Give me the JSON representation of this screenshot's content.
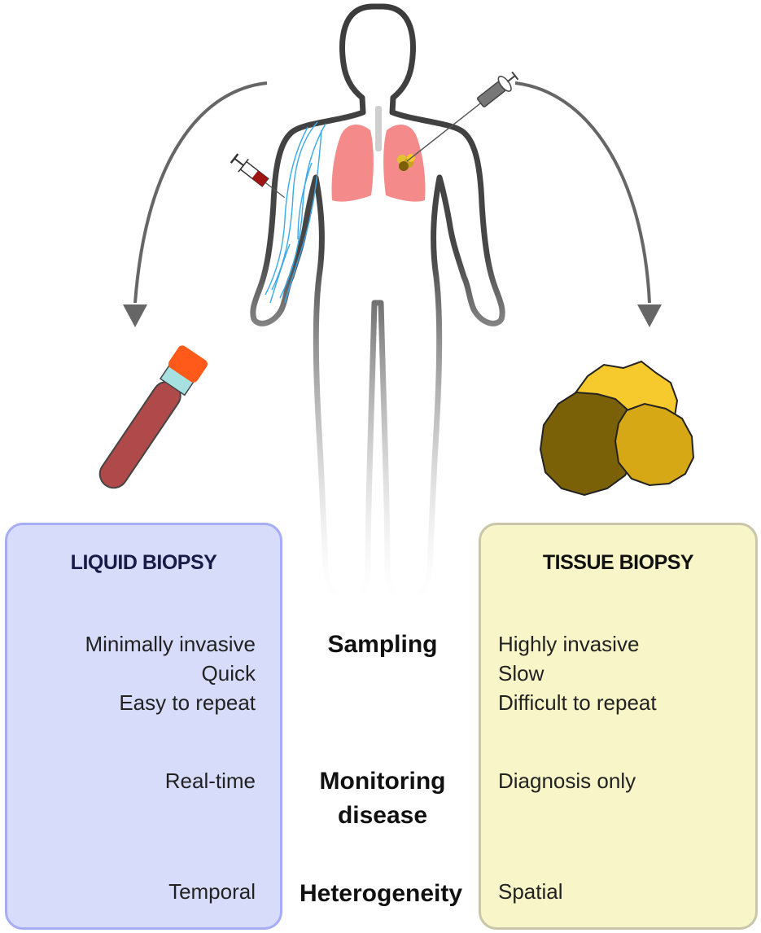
{
  "liquid_biopsy": {
    "title": "LIQUID BIOPSY",
    "sampling": [
      "Minimally invasive",
      "Quick",
      "Easy to repeat"
    ],
    "monitoring": "Real-time",
    "heterogeneity": "Temporal"
  },
  "tissue_biopsy": {
    "title": "TISSUE BIOPSY",
    "sampling": [
      "Highly invasive",
      "Slow",
      "Difficult to repeat"
    ],
    "monitoring": "Diagnosis only",
    "heterogeneity": "Spatial"
  },
  "criteria": {
    "sampling": "Sampling",
    "monitoring_line1": "Monitoring",
    "monitoring_line2": "disease",
    "heterogeneity": "Heterogeneity"
  },
  "colors": {
    "liquid_panel_bg": "#d7dcfb",
    "tissue_panel_bg": "#f8f5c8",
    "lungs": "#f48a8a",
    "veins": "#3ba9e6",
    "blood": "#b0494a",
    "tube_cap": "#ff5a1a",
    "tumor_dark": "#7a6108",
    "tumor_mid": "#d6a816",
    "tumor_light": "#f6c92c"
  }
}
